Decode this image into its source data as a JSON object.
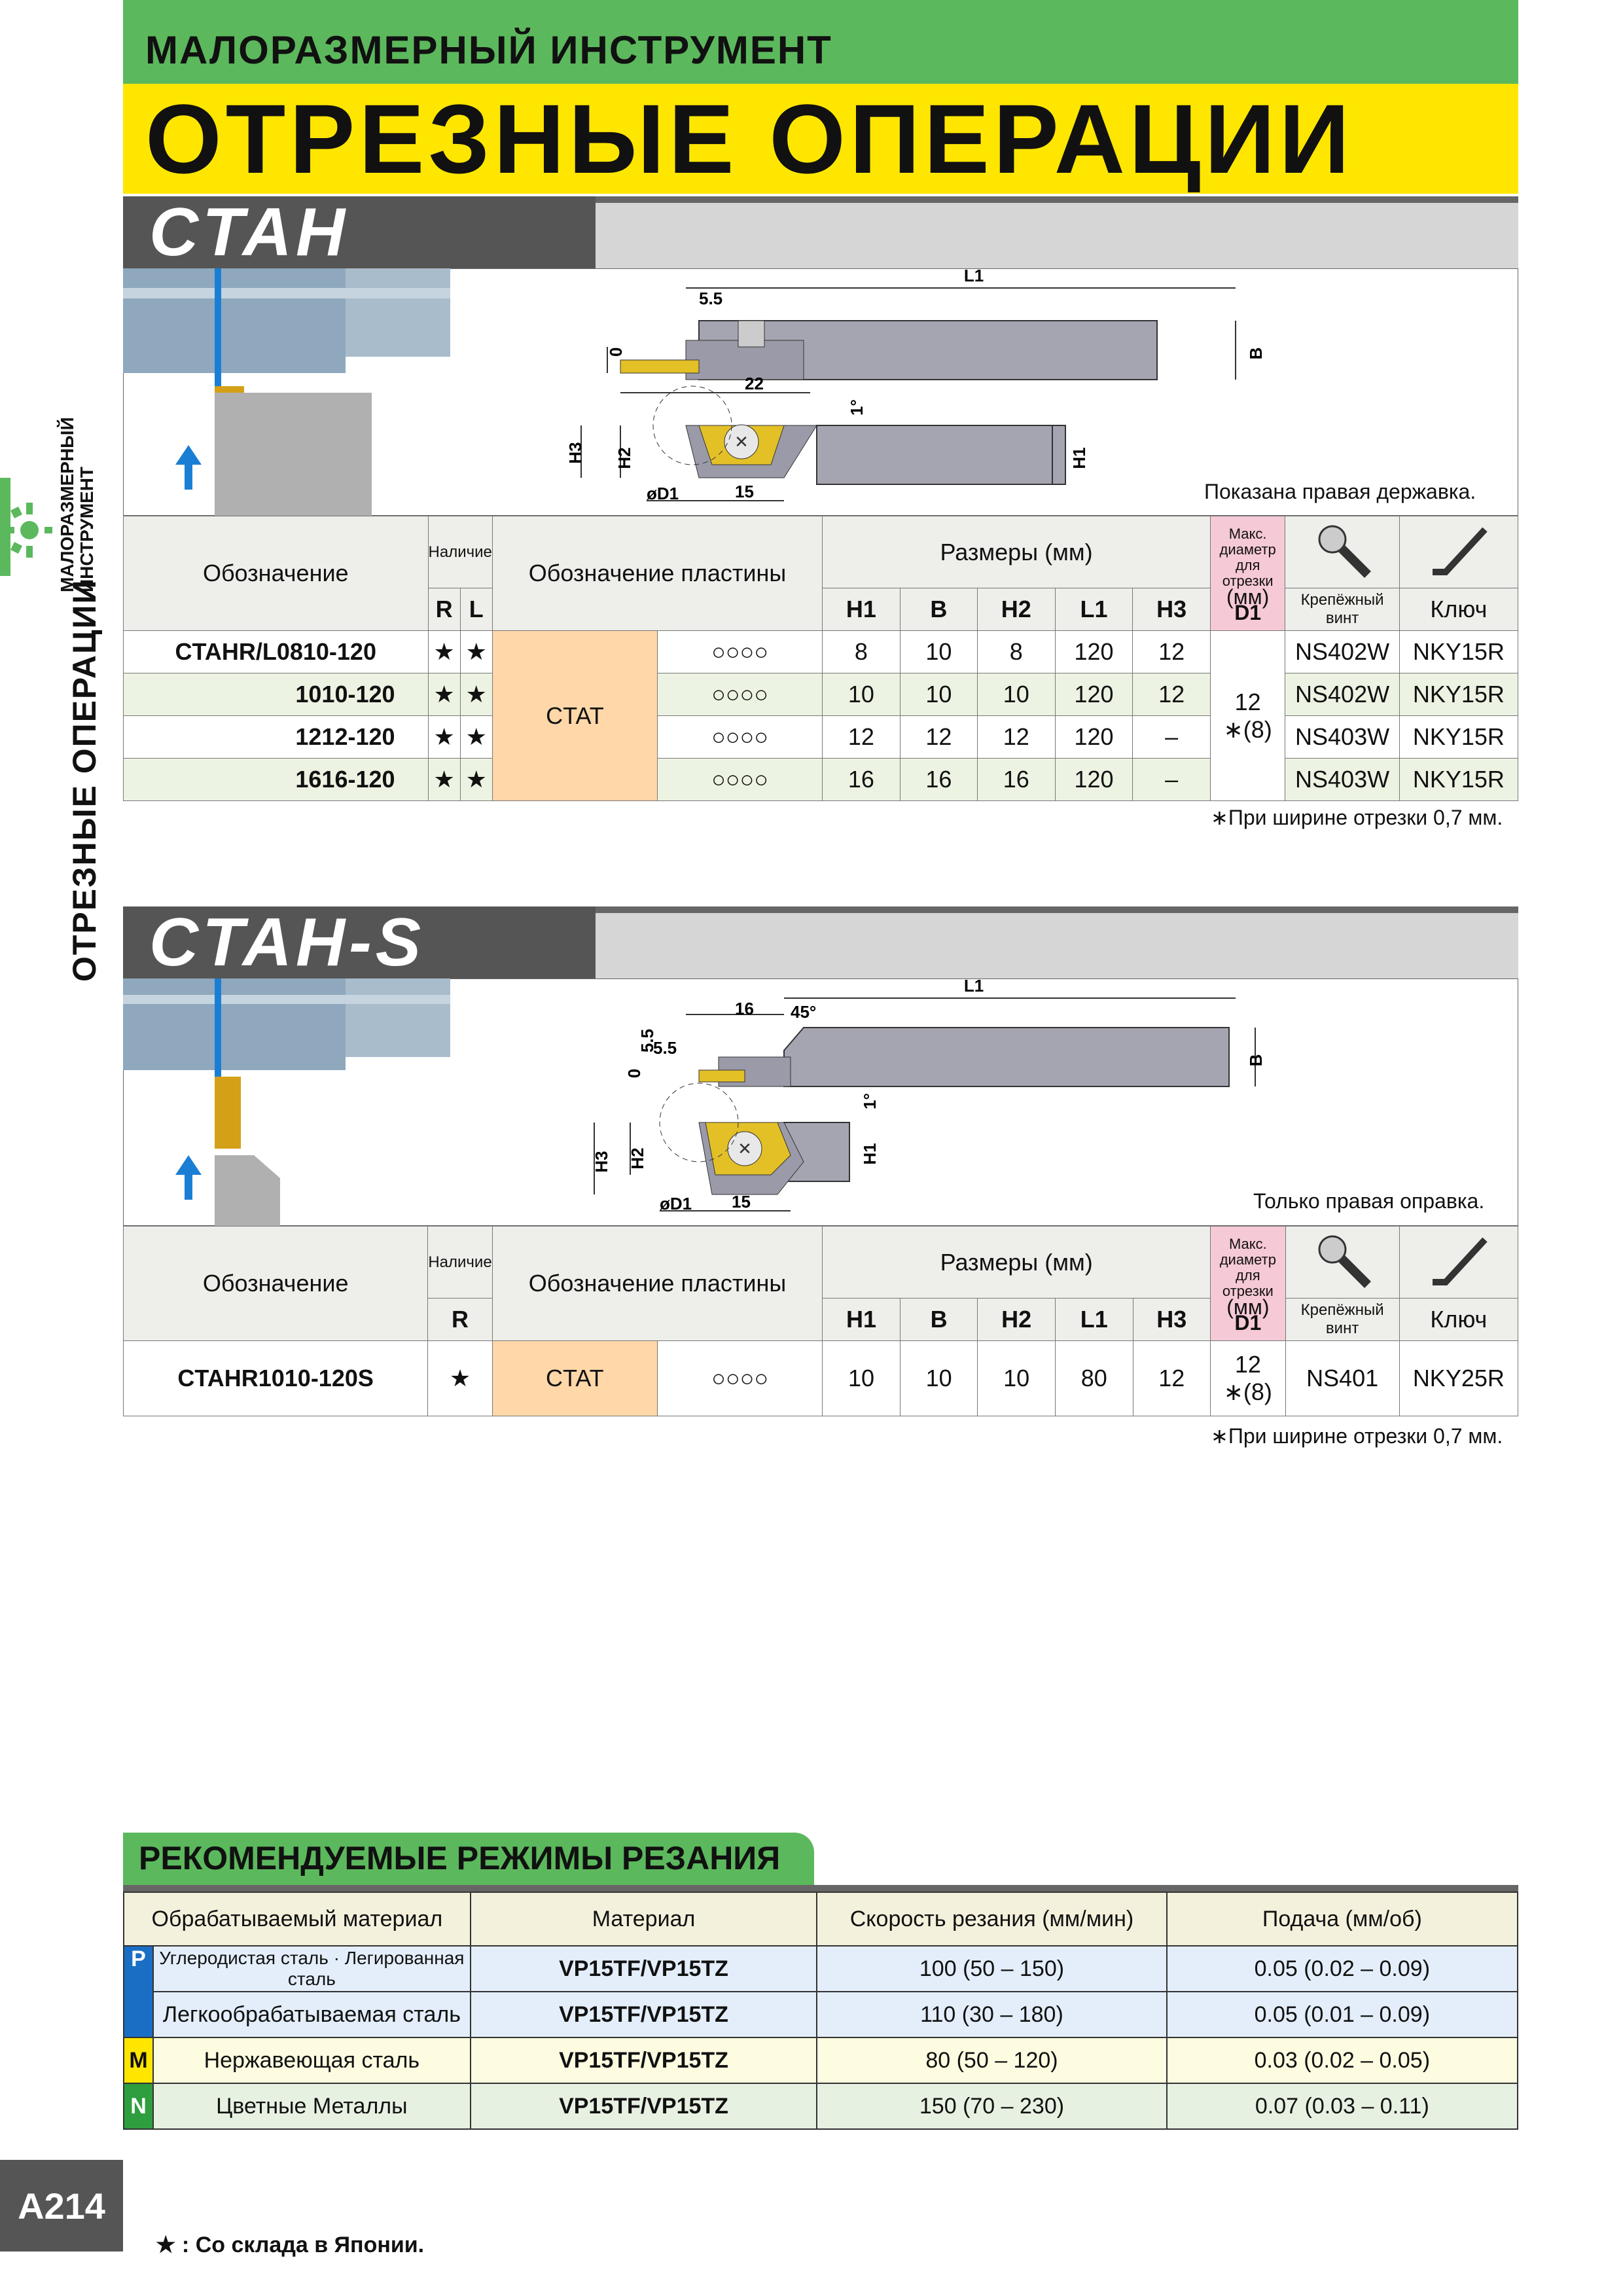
{
  "header": {
    "subtitle": "МАЛОРАЗМЕРНЫЙ ИНСТРУМЕНТ",
    "title": "ОТРЕЗНЫЕ ОПЕРАЦИИ"
  },
  "side": {
    "main": "ОТРЕЗНЫЕ ОПЕРАЦИИ",
    "small1": "МАЛОРАЗМЕРНЫЙ",
    "small2": "ИНСТРУМЕНТ"
  },
  "section1": {
    "name": "CTAH",
    "caption": "Показана правая державка.",
    "dims": {
      "l1": "L1",
      "b": "B",
      "h1": "H1",
      "h2": "H2",
      "h3": "H3",
      "d1": "øD1",
      "d55": "5.5",
      "d0": "0",
      "d22": "22",
      "d15": "15",
      "angle": "1°"
    },
    "head": {
      "designation": "Обозначение",
      "avail": "Наличие",
      "r": "R",
      "l": "L",
      "insert": "Обозначение пластины",
      "sizes": "Размеры (мм)",
      "maxdia": "Макс. диаметр для отрезки",
      "mm": "(мм)",
      "d1": "D1",
      "screw": "Крепёжный винт",
      "key": "Ключ",
      "h1": "H1",
      "b": "B",
      "h2": "H2",
      "l1": "L1",
      "h3": "H3"
    },
    "insert": "CTAT",
    "maxdia": "12",
    "maxdia2": "(8)",
    "rows": [
      {
        "name": "CTAHR/L0810-120",
        "r": "★",
        "l": "★",
        "stock": "○○○○",
        "h1": "8",
        "b": "10",
        "h2": "8",
        "l1": "120",
        "h3": "12",
        "screw": "NS402W",
        "key": "NKY15R"
      },
      {
        "name": "1010-120",
        "r": "★",
        "l": "★",
        "stock": "○○○○",
        "h1": "10",
        "b": "10",
        "h2": "10",
        "l1": "120",
        "h3": "12",
        "screw": "NS402W",
        "key": "NKY15R"
      },
      {
        "name": "1212-120",
        "r": "★",
        "l": "★",
        "stock": "○○○○",
        "h1": "12",
        "b": "12",
        "h2": "12",
        "l1": "120",
        "h3": "–",
        "screw": "NS403W",
        "key": "NKY15R"
      },
      {
        "name": "1616-120",
        "r": "★",
        "l": "★",
        "stock": "○○○○",
        "h1": "16",
        "b": "16",
        "h2": "16",
        "l1": "120",
        "h3": "–",
        "screw": "NS403W",
        "key": "NKY15R"
      }
    ],
    "note": "∗При ширине отрезки 0,7 мм."
  },
  "section2": {
    "name": "CTAH-S",
    "caption": "Только правая оправка.",
    "dims": {
      "l1": "L1",
      "b": "B",
      "h1": "H1",
      "h2": "H2",
      "h3": "H3",
      "d1": "øD1",
      "d55": "5.5",
      "d55b": "5.5",
      "d0": "0",
      "d16": "16",
      "d45": "45°",
      "d15": "15",
      "angle": "1°"
    },
    "head": {
      "designation": "Обозначение",
      "avail": "Наличие",
      "r": "R",
      "insert": "Обозначение пластины",
      "sizes": "Размеры (мм)",
      "maxdia": "Макс. диаметр для отрезки",
      "mm": "(мм)",
      "d1": "D1",
      "screw": "Крепёжный винт",
      "key": "Ключ",
      "h1": "H1",
      "b": "B",
      "h2": "H2",
      "l1": "L1",
      "h3": "H3"
    },
    "row": {
      "name": "CTAHR1010-120S",
      "r": "★",
      "insert": "CTAT",
      "stock": "○○○○",
      "h1": "10",
      "b": "10",
      "h2": "10",
      "l1": "80",
      "h3": "12",
      "maxdia": "12",
      "maxdia2": "(8)",
      "screw": "NS401",
      "key": "NKY25R"
    },
    "note": "∗При ширине отрезки 0,7 мм."
  },
  "recommend": {
    "title": "РЕКОМЕНДУЕМЫЕ РЕЖИМЫ РЕЗАНИЯ",
    "cols": [
      "Обрабатываемый материал",
      "Материал",
      "Скорость резания (мм/мин)",
      "Подача (мм/об)"
    ],
    "rows": [
      {
        "tag": "P",
        "material": "Углеродистая сталь · Легированная сталь",
        "grade": "VP15TF/VP15TZ",
        "speed": "100 (50 – 150)",
        "feed": "0.05 (0.02 – 0.09)"
      },
      {
        "tag": "",
        "material": "Легкообрабатываемая сталь",
        "grade": "VP15TF/VP15TZ",
        "speed": "110 (30 – 180)",
        "feed": "0.05 (0.01 – 0.09)"
      },
      {
        "tag": "M",
        "material": "Нержавеющая сталь",
        "grade": "VP15TF/VP15TZ",
        "speed": "80 (50 – 120)",
        "feed": "0.03 (0.02 – 0.05)"
      },
      {
        "tag": "N",
        "material": "Цветные Металлы",
        "grade": "VP15TF/VP15TZ",
        "speed": "150 (70 – 230)",
        "feed": "0.07 (0.03 – 0.11)"
      }
    ],
    "colors": {
      "P": "#1a6fc4",
      "M": "#ffe600",
      "N": "#2e9e3e"
    }
  },
  "page": "A214",
  "footnote": "★ : Со склада в Японии."
}
